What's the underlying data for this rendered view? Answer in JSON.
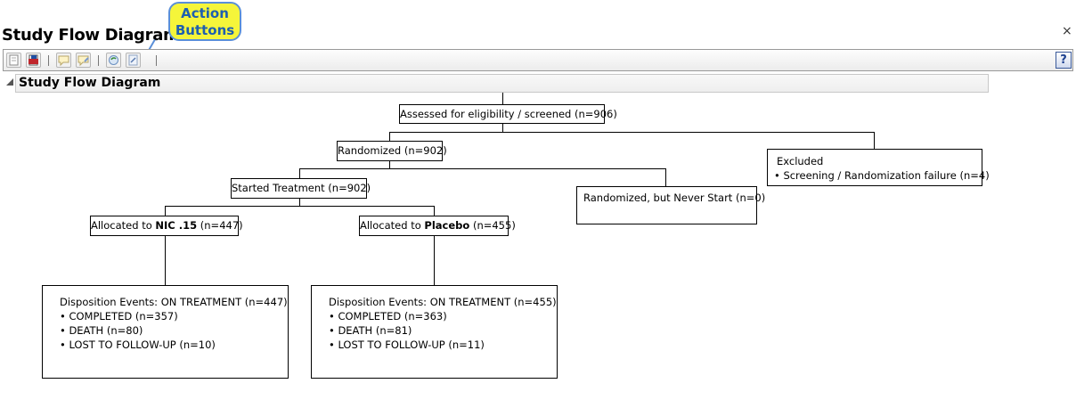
{
  "window": {
    "title": "Study Flow Diagram",
    "close_glyph": "×"
  },
  "callout": {
    "line1": "Action",
    "line2": "Buttons"
  },
  "toolbar": {
    "icons": [
      "report-icon",
      "pdf-icon",
      "comment-icon",
      "comment-edit-icon",
      "refresh-icon",
      "export-icon"
    ],
    "help_label": "?"
  },
  "outline": {
    "title": "Study Flow Diagram"
  },
  "flow": {
    "screened": "Assessed for eligibility / screened (n=906)",
    "randomized": "Randomized (n=902)",
    "excluded": {
      "title": "Excluded",
      "items": [
        "• Screening / Randomization failure  (n=4)"
      ]
    },
    "started": "Started Treatment (n=902)",
    "never_started": "Randomized, but Never Start (n=0)",
    "arm1": {
      "prefix": "Allocated to ",
      "name": "NIC .15",
      "suffix": " (n=447)"
    },
    "arm2": {
      "prefix": "Allocated to ",
      "name": "Placebo",
      "suffix": " (n=455)"
    },
    "disp1": {
      "title": "Disposition Events: ON TREATMENT (n=447)",
      "items": [
        "• COMPLETED (n=357)",
        "• DEATH (n=80)",
        "• LOST TO FOLLOW-UP (n=10)"
      ]
    },
    "disp2": {
      "title": "Disposition Events: ON TREATMENT (n=455)",
      "items": [
        "• COMPLETED (n=363)",
        "• DEATH (n=81)",
        "• LOST TO FOLLOW-UP (n=11)"
      ]
    }
  }
}
